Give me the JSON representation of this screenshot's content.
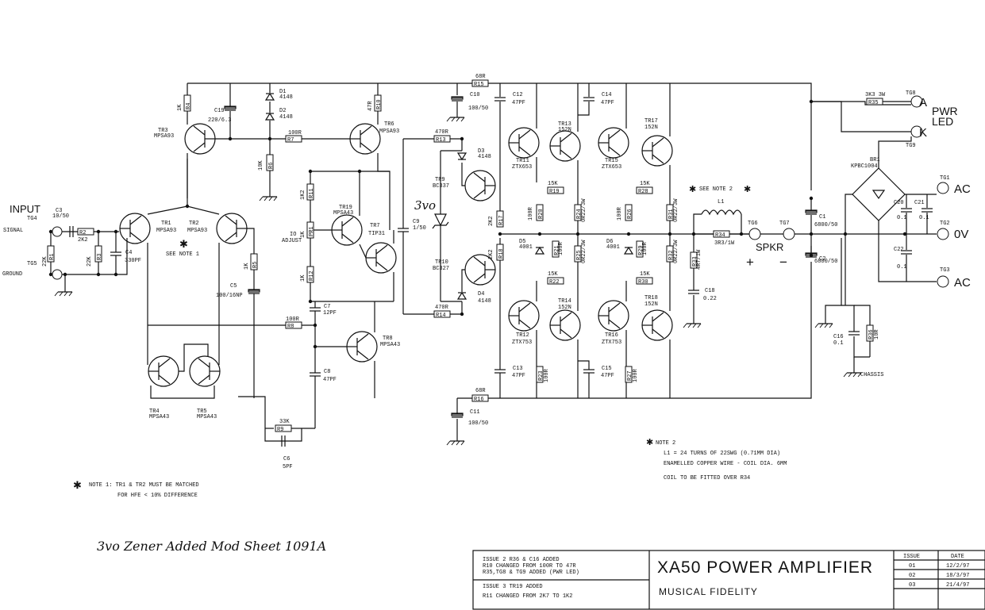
{
  "title": {
    "main": "XA50 POWER AMPLIFIER",
    "company": "MUSICAL FIDELITY"
  },
  "revisions": {
    "issue2": [
      "ISSUE 2  R36 & C16 ADDED",
      "R10 CHANGED FROM 100R TO 47R",
      "R35,TG8 & TG9 ADDED (PWR LED)"
    ],
    "issue3": [
      "ISSUE 3  TR19 ADDED",
      "R11 CHANGED FROM 2K7 TO 1K2"
    ],
    "table_headers": [
      "ISSUE",
      "DATE"
    ],
    "table_rows": [
      [
        "01",
        "12/2/97"
      ],
      [
        "02",
        "18/3/97"
      ],
      [
        "03",
        "21/4/97"
      ]
    ]
  },
  "handwritten": {
    "mod_note": "3vo Zener Added Mod Sheet 1091A",
    "zener_label": "3vo"
  },
  "notes": {
    "note1": [
      "NOTE 1: TR1 & TR2 MUST BE MATCHED",
      "FOR HFE < 10% DIFFERENCE"
    ],
    "note2_header": "NOTE 2",
    "note2": [
      "L1 = 24 TURNS OF 22SWG (0.71MM DIA)",
      "ENAMELLED COPPER WIRE - COIL DIA. 6MM",
      "COIL TO BE FITTED OVER R34"
    ],
    "see_note1": "SEE NOTE 1",
    "see_note2": "SEE NOTE 2"
  },
  "io": {
    "input": "INPUT",
    "signal": "SIGNAL",
    "ground": "GROUND",
    "tg4": "TG4",
    "tg5": "TG5",
    "spkr": "SPKR",
    "plus": "+",
    "minus": "−",
    "tg6": "TG6",
    "tg7": "TG7",
    "pwr": "PWR",
    "led": "LED",
    "a": "A",
    "k": "K",
    "tg8": "TG8",
    "tg9": "TG9",
    "ac1": "AC",
    "ac2": "AC",
    "zero_v": "0V",
    "tg1": "TG1",
    "tg2": "TG2",
    "tg3": "TG3",
    "chassis": "CHASSIS",
    "io_adjust": [
      "IO",
      "ADJUST"
    ]
  },
  "components": [
    {
      "ref": "R2",
      "val": "2K2"
    },
    {
      "ref": "R1",
      "val": "22K"
    },
    {
      "ref": "R3",
      "val": "22K"
    },
    {
      "ref": "C3",
      "val": "10/50"
    },
    {
      "ref": "C4",
      "val": "330PF"
    },
    {
      "ref": "TR1",
      "val": "MPSA93"
    },
    {
      "ref": "TR2",
      "val": "MPSA93"
    },
    {
      "ref": "TR3",
      "val": "MPSA93"
    },
    {
      "ref": "R4",
      "val": "1K"
    },
    {
      "ref": "C19",
      "val": "220/6.3"
    },
    {
      "ref": "D1",
      "val": "4148"
    },
    {
      "ref": "D2",
      "val": "4148"
    },
    {
      "ref": "R7",
      "val": "100R"
    },
    {
      "ref": "R6",
      "val": "10K"
    },
    {
      "ref": "TR6",
      "val": "MPSA93"
    },
    {
      "ref": "R10",
      "val": "47R"
    },
    {
      "ref": "R5",
      "val": "1K"
    },
    {
      "ref": "C5",
      "val": "100/16NP"
    },
    {
      "ref": "R11",
      "val": "1K2"
    },
    {
      "ref": "PR1",
      "val": "1K"
    },
    {
      "ref": "R12",
      "val": "1K"
    },
    {
      "ref": "TR19",
      "val": "MPSA43"
    },
    {
      "ref": "TR7",
      "val": "TIP31"
    },
    {
      "ref": "C7",
      "val": "12PF"
    },
    {
      "ref": "C8",
      "val": "47PF"
    },
    {
      "ref": "R8",
      "val": "100R"
    },
    {
      "ref": "TR8",
      "val": "MPSA43"
    },
    {
      "ref": "TR4",
      "val": "MPSA43"
    },
    {
      "ref": "TR5",
      "val": "MPSA43"
    },
    {
      "ref": "R9",
      "val": "33K"
    },
    {
      "ref": "C6",
      "val": "5PF"
    },
    {
      "ref": "C9",
      "val": "1/50"
    },
    {
      "ref": "R13",
      "val": "470R"
    },
    {
      "ref": "R14",
      "val": "470R"
    },
    {
      "ref": "D3",
      "val": "4148"
    },
    {
      "ref": "D4",
      "val": "4148"
    },
    {
      "ref": "TR9",
      "val": "BC337"
    },
    {
      "ref": "TR10",
      "val": "BC327"
    },
    {
      "ref": "R15",
      "val": "68R"
    },
    {
      "ref": "R16",
      "val": "68R"
    },
    {
      "ref": "C10",
      "val": "100/50"
    },
    {
      "ref": "C11",
      "val": "100/50"
    },
    {
      "ref": "C12",
      "val": "47PF"
    },
    {
      "ref": "C13",
      "val": "47PF"
    },
    {
      "ref": "C14",
      "val": "47PF"
    },
    {
      "ref": "C15",
      "val": "47PF"
    },
    {
      "ref": "TR11",
      "val": "ZTX653"
    },
    {
      "ref": "TR12",
      "val": "ZTX753"
    },
    {
      "ref": "TR13",
      "val": "152N"
    },
    {
      "ref": "TR14",
      "val": "152N"
    },
    {
      "ref": "TR15",
      "val": "ZTX653"
    },
    {
      "ref": "TR16",
      "val": "ZTX753"
    },
    {
      "ref": "TR17",
      "val": "152N"
    },
    {
      "ref": "TR18",
      "val": "152N"
    },
    {
      "ref": "R17",
      "val": "2K2"
    },
    {
      "ref": "R18",
      "val": "2K2"
    },
    {
      "ref": "R19",
      "val": "15K"
    },
    {
      "ref": "R20",
      "val": "100R"
    },
    {
      "ref": "R21",
      "val": "100R"
    },
    {
      "ref": "R22",
      "val": "15K"
    },
    {
      "ref": "R23",
      "val": "100R"
    },
    {
      "ref": "R24",
      "val": "0R22/3W"
    },
    {
      "ref": "R25",
      "val": "0R22/3W"
    },
    {
      "ref": "R26",
      "val": "100R"
    },
    {
      "ref": "R27",
      "val": "100R"
    },
    {
      "ref": "R28",
      "val": "15K"
    },
    {
      "ref": "R29",
      "val": "100R"
    },
    {
      "ref": "R30",
      "val": "15K"
    },
    {
      "ref": "R31",
      "val": "0R22/3W"
    },
    {
      "ref": "R32",
      "val": "0R22/3W"
    },
    {
      "ref": "D5",
      "val": "4001"
    },
    {
      "ref": "D6",
      "val": "4001"
    },
    {
      "ref": "L1",
      "val": ""
    },
    {
      "ref": "R34",
      "val": "3R3/1W"
    },
    {
      "ref": "R33",
      "val": "4R7/1W"
    },
    {
      "ref": "C18",
      "val": "0.22"
    },
    {
      "ref": "C1",
      "val": "6800/50"
    },
    {
      "ref": "C2",
      "val": "6800/50"
    },
    {
      "ref": "C20",
      "val": "0.1"
    },
    {
      "ref": "C21",
      "val": "0.1"
    },
    {
      "ref": "C22",
      "val": "0.1"
    },
    {
      "ref": "C16",
      "val": "0.1"
    },
    {
      "ref": "R36",
      "val": "10R"
    },
    {
      "ref": "R35",
      "val": "3K3 3W"
    },
    {
      "ref": "BR1",
      "val": "KPBC1004"
    }
  ]
}
